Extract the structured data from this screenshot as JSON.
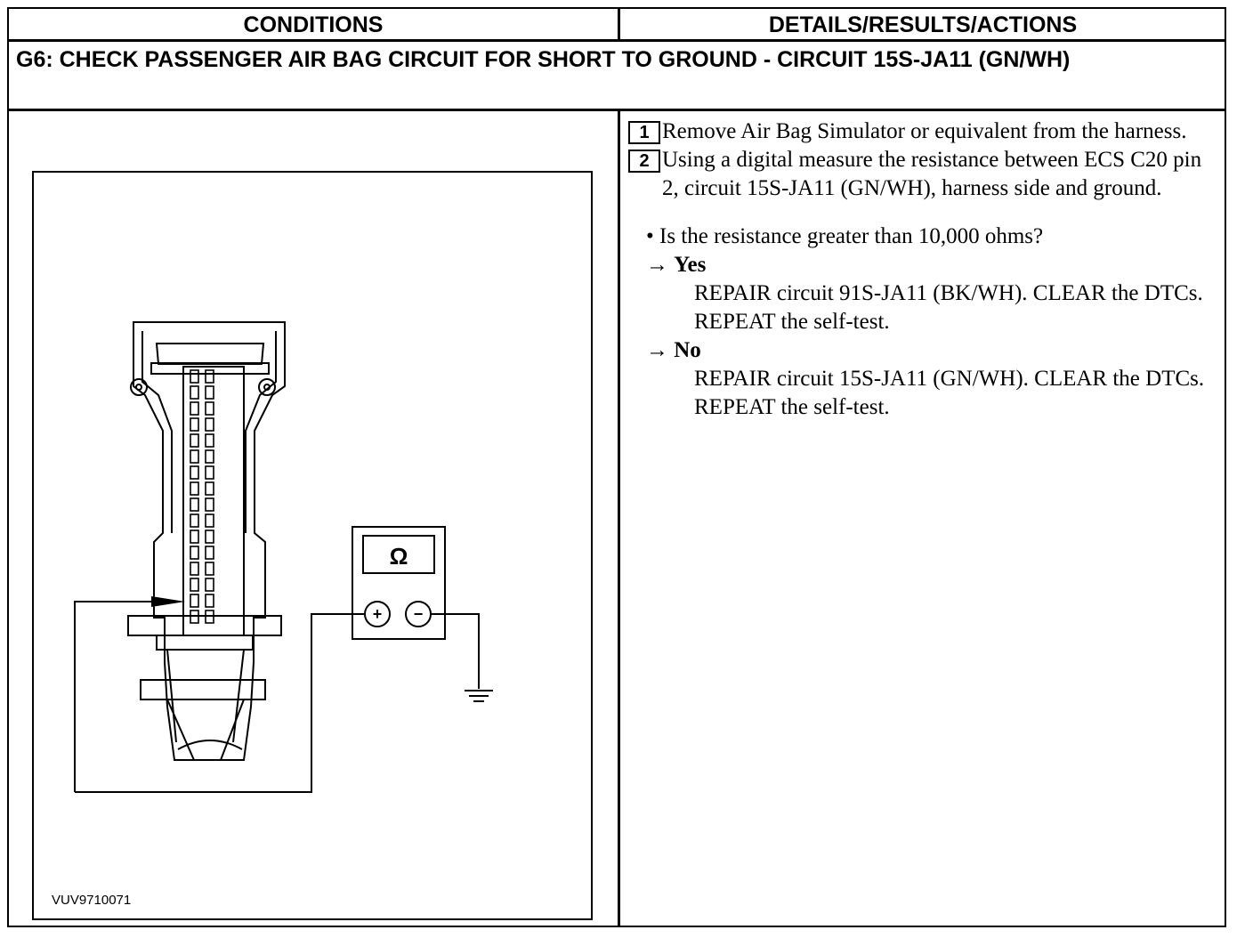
{
  "table": {
    "header_conditions": "CONDITIONS",
    "header_details": "DETAILS/RESULTS/ACTIONS",
    "step_title": "G6: CHECK PASSENGER AIR BAG CIRCUIT FOR SHORT TO GROUND - CIRCUIT 15S-JA11 (GN/WH)"
  },
  "figure": {
    "code": "VUV9710071",
    "meter_symbol": "Ω",
    "plus": "+",
    "minus": "−"
  },
  "steps": [
    {
      "num": "1",
      "text": "Remove Air Bag Simulator or equivalent from the harness."
    },
    {
      "num": "2",
      "text": "Using a digital measure the resistance between ECS C20 pin 2, circuit 15S-JA11 (GN/WH), harness side and ground."
    }
  ],
  "question": "• Is the resistance greater than 10,000 ohms?",
  "yes": {
    "arrow": "→",
    "label": "Yes",
    "action": "REPAIR circuit 91S-JA11 (BK/WH). CLEAR the DTCs. REPEAT the self-test."
  },
  "no": {
    "arrow": "→",
    "label": "No",
    "action": "REPAIR circuit 15S-JA11 (GN/WH). CLEAR the DTCs. REPEAT the self-test."
  }
}
